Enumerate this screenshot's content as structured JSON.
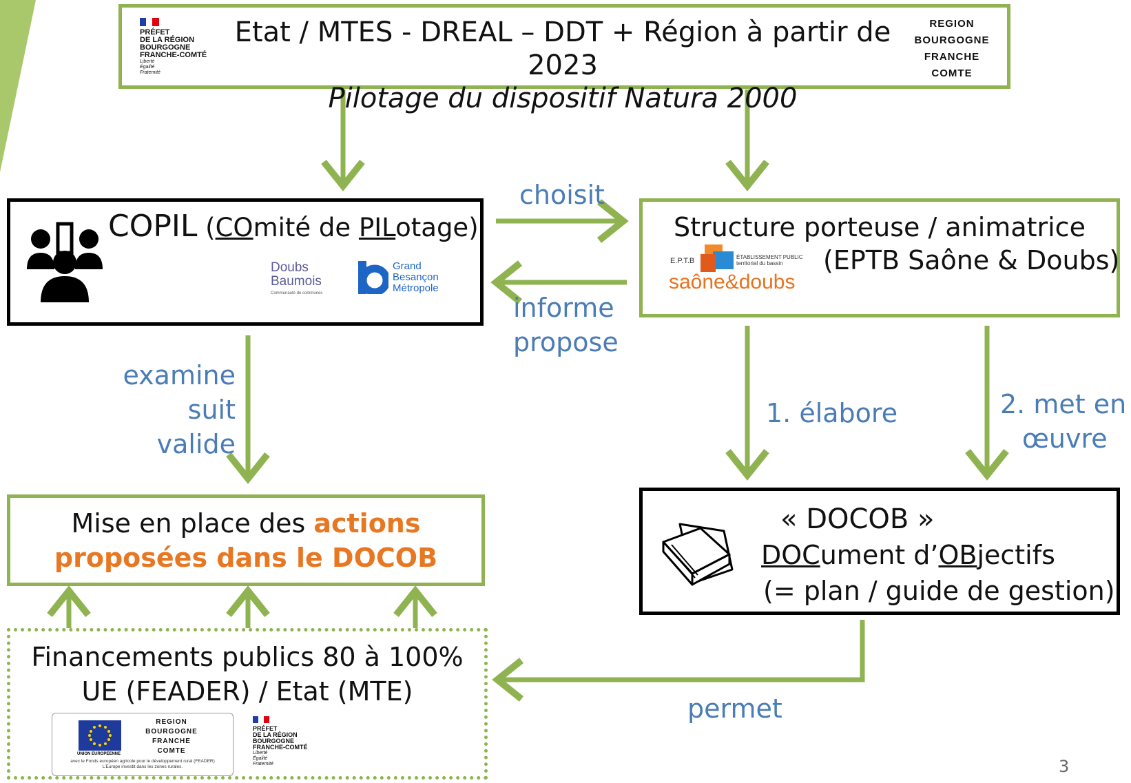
{
  "top": {
    "title": "Etat / MTES - DREAL – DDT + Région à partir de  2023",
    "subtitle": "Pilotage du dispositif Natura 2000",
    "prefet_lines": [
      "PRÉFET",
      "DE LA RÉGION",
      "BOURGOGNE",
      "FRANCHE-COMTÉ"
    ],
    "devise_lines": [
      "Liberté",
      "Égalité",
      "Fraternité"
    ],
    "region_lines": [
      "REGION",
      "BOURGOGNE",
      "FRANCHE",
      "COMTE"
    ]
  },
  "copil": {
    "title": "COPIL",
    "paren_open": " (",
    "u1": "CO",
    "mid": "mité de ",
    "u2": "PIL",
    "end": "otage)",
    "logo1_text": "Doubs Baumois",
    "logo1_sub": "Communauté de communes",
    "logo2_lines": [
      "Grand",
      "Besançon",
      "Métropole"
    ]
  },
  "structure": {
    "title": "Structure porteuse / animatrice",
    "name": "(EPTB Saône & Doubs)",
    "logo_eptb": "E.P.T.B",
    "logo_etab": "ÉTABLISSEMENT PUBLIC",
    "logo_bassin": "territorial du bassin",
    "logo_name": "saône&doubs"
  },
  "docob": {
    "line1": "« DOCOB »",
    "u1": "DOC",
    "mid": "ument d’",
    "u2": "OB",
    "end": "jectifs",
    "line3": "(= plan / guide de gestion)"
  },
  "mise": {
    "line1_plain": "Mise en place des ",
    "line1_orange": "actions",
    "line2_orange": "proposées dans le DOCOB"
  },
  "financement": {
    "line1": "Financements publics 80 à 100%",
    "line2": "UE (FEADER) / Etat (MTE)",
    "ue_label": "UNION EUROPEENNE",
    "feader_line1": "avec le Fonds européen agricole pour le développement rural (FEADER)",
    "feader_line2": "L’Europe investit dans les zones rurales."
  },
  "labels": {
    "choisit": "choisit",
    "informe": "informe",
    "propose": "propose",
    "examine": "examine",
    "suit": "suit",
    "valide": "valide",
    "elabore": "1. élabore",
    "met_en": "2. met en",
    "oeuvre": "œuvre",
    "permet": "permet"
  },
  "page_number": "3",
  "colors": {
    "green": "#8fb350",
    "label_blue": "#4a7cb5",
    "orange": "#e87722"
  },
  "icons": [
    "people-icon",
    "books-icon",
    "eu-flag-icon",
    "marianne-logo-icon"
  ]
}
